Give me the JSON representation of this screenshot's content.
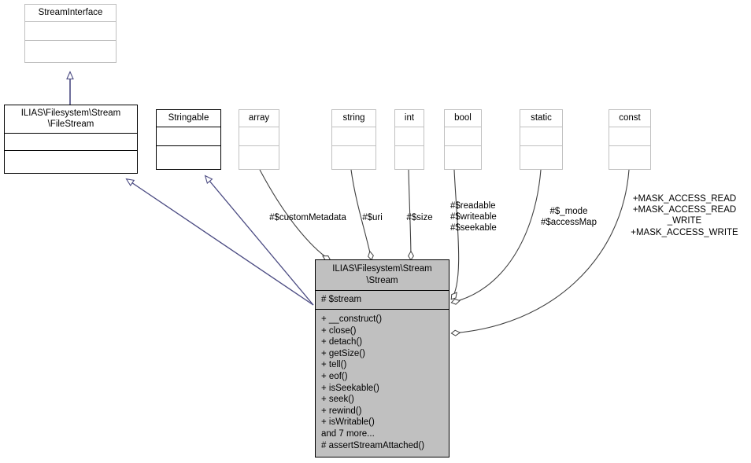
{
  "diagram": {
    "kind": "uml-class-diagram",
    "title_class": "ILIAS\\Filesystem\\Stream\\Stream",
    "colors": {
      "focus_fill": "#c0c0c0",
      "border_dark": "#000000",
      "border_light": "#c0c0c0",
      "inheritance_edge": "#4b4b82",
      "association_edge": "#404040",
      "text": "#000000",
      "background": "#ffffff"
    }
  },
  "nodes": {
    "stream_interface": {
      "name": "StreamInterface",
      "attributes": "",
      "operations": "",
      "style": "light"
    },
    "file_stream": {
      "name": "ILIAS\\Filesystem\\Stream\n\\FileStream",
      "attributes": "",
      "operations": "",
      "style": "dark"
    },
    "stringable": {
      "name": "Stringable",
      "attributes": "",
      "operations": "",
      "style": "dark"
    },
    "array_type": {
      "name": "array",
      "attributes": "",
      "operations": "",
      "style": "light"
    },
    "string_type": {
      "name": "string",
      "attributes": "",
      "operations": "",
      "style": "light"
    },
    "int_type": {
      "name": "int",
      "attributes": "",
      "operations": "",
      "style": "light"
    },
    "bool_type": {
      "name": "bool",
      "attributes": "",
      "operations": "",
      "style": "light"
    },
    "static_type": {
      "name": "static",
      "attributes": "",
      "operations": "",
      "style": "light"
    },
    "const_type": {
      "name": "const",
      "attributes": "",
      "operations": "",
      "style": "light"
    },
    "stream": {
      "name": "ILIAS\\Filesystem\\Stream\n\\Stream",
      "attributes": "# $stream",
      "operations": "+ __construct()\n+ close()\n+ detach()\n+ getSize()\n+ tell()\n+ eof()\n+ isSeekable()\n+ seek()\n+ rewind()\n+ isWritable()\nand 7 more...\n# assertStreamAttached()",
      "style": "focus"
    }
  },
  "edge_labels": {
    "custom_metadata": "#$customMetadata",
    "uri": "#$uri",
    "size": "#$size",
    "readable_group": "#$readable\n#$writeable\n#$seekable",
    "mode_group": "#$_mode\n#$accessMap",
    "mask_group": "+MASK_ACCESS_READ\n+MASK_ACCESS_READ\n_WRITE\n+MASK_ACCESS_WRITE"
  },
  "edges": [
    {
      "from": "file_stream",
      "to": "stream_interface",
      "type": "inheritance"
    },
    {
      "from": "stream",
      "to": "file_stream",
      "type": "inheritance"
    },
    {
      "from": "stream",
      "to": "stringable",
      "type": "inheritance"
    },
    {
      "from": "array_type",
      "to": "stream",
      "type": "aggregation",
      "label": "#$customMetadata"
    },
    {
      "from": "string_type",
      "to": "stream",
      "type": "aggregation",
      "label": "#$uri"
    },
    {
      "from": "int_type",
      "to": "stream",
      "type": "aggregation",
      "label": "#$size"
    },
    {
      "from": "bool_type",
      "to": "stream",
      "type": "aggregation",
      "label": "#$readable #$writeable #$seekable"
    },
    {
      "from": "static_type",
      "to": "stream",
      "type": "aggregation",
      "label": "#$_mode #$accessMap"
    },
    {
      "from": "const_type",
      "to": "stream",
      "type": "aggregation",
      "label": "+MASK_ACCESS_READ +MASK_ACCESS_READ_WRITE +MASK_ACCESS_WRITE"
    }
  ]
}
